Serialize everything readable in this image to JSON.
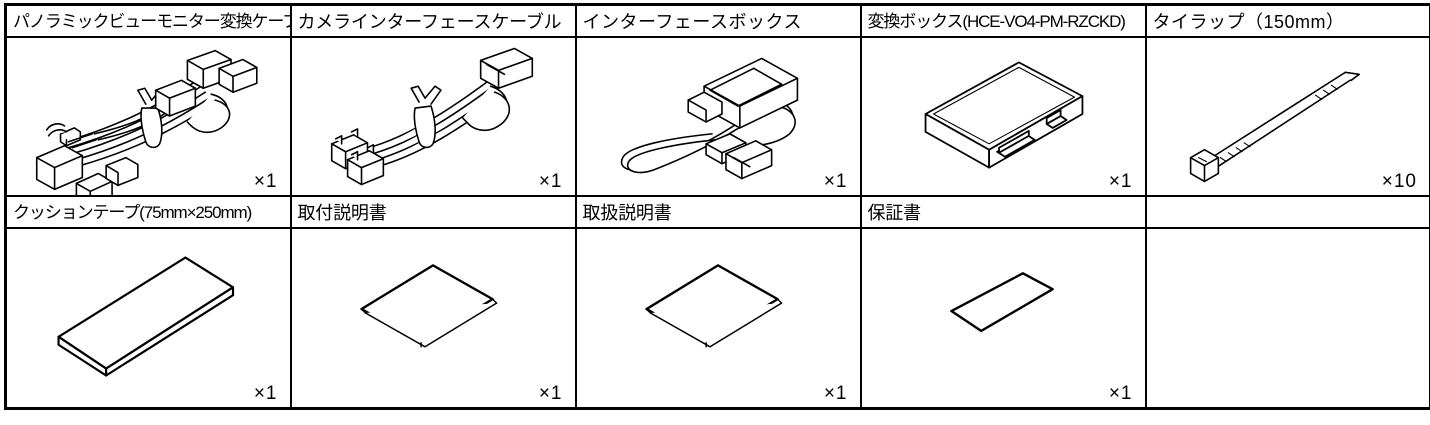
{
  "document": {
    "kind": "parts-inventory-table",
    "columns": 5,
    "rows": 2,
    "quantity_prefix": "×",
    "line_color": "#000000",
    "background_color": "#ffffff"
  },
  "table": {
    "rows": [
      {
        "cells": [
          {
            "name": "panoramic-view-monitor-conversion-cable",
            "label": "パノラミックビューモニター変換ケーブル",
            "quantity": "×1",
            "figure": "wiring-harness-illustration",
            "empty": false
          },
          {
            "name": "camera-interface-cable",
            "label": "カメラインターフェースケーブル",
            "quantity": "×1",
            "figure": "camera-cable-illustration",
            "empty": false
          },
          {
            "name": "interface-box",
            "label": "インターフェースボックス",
            "quantity": "×1",
            "figure": "interface-box-illustration",
            "empty": false
          },
          {
            "name": "conversion-box",
            "label": "変換ボックス(HCE-VO4-PM-RZCKD)",
            "quantity": "×1",
            "figure": "conversion-box-illustration",
            "empty": false
          },
          {
            "name": "tie-wrap",
            "label": "タイラップ（150mm）",
            "quantity": "×10",
            "figure": "cable-tie-illustration",
            "empty": false
          }
        ]
      },
      {
        "cells": [
          {
            "name": "cushion-tape",
            "label": "クッションテープ(75mm×250mm)",
            "quantity": "×1",
            "figure": "cushion-tape-illustration",
            "empty": false
          },
          {
            "name": "installation-manual",
            "label": "取付説明書",
            "quantity": "×1",
            "figure": "booklet-illustration",
            "empty": false
          },
          {
            "name": "owners-manual",
            "label": "取扱説明書",
            "quantity": "×1",
            "figure": "booklet-illustration",
            "empty": false
          },
          {
            "name": "warranty-card",
            "label": "保証書",
            "quantity": "×1",
            "figure": "warranty-card-illustration",
            "empty": false
          },
          {
            "name": "empty-cell",
            "label": "",
            "quantity": "",
            "figure": "",
            "empty": true
          }
        ]
      }
    ]
  }
}
